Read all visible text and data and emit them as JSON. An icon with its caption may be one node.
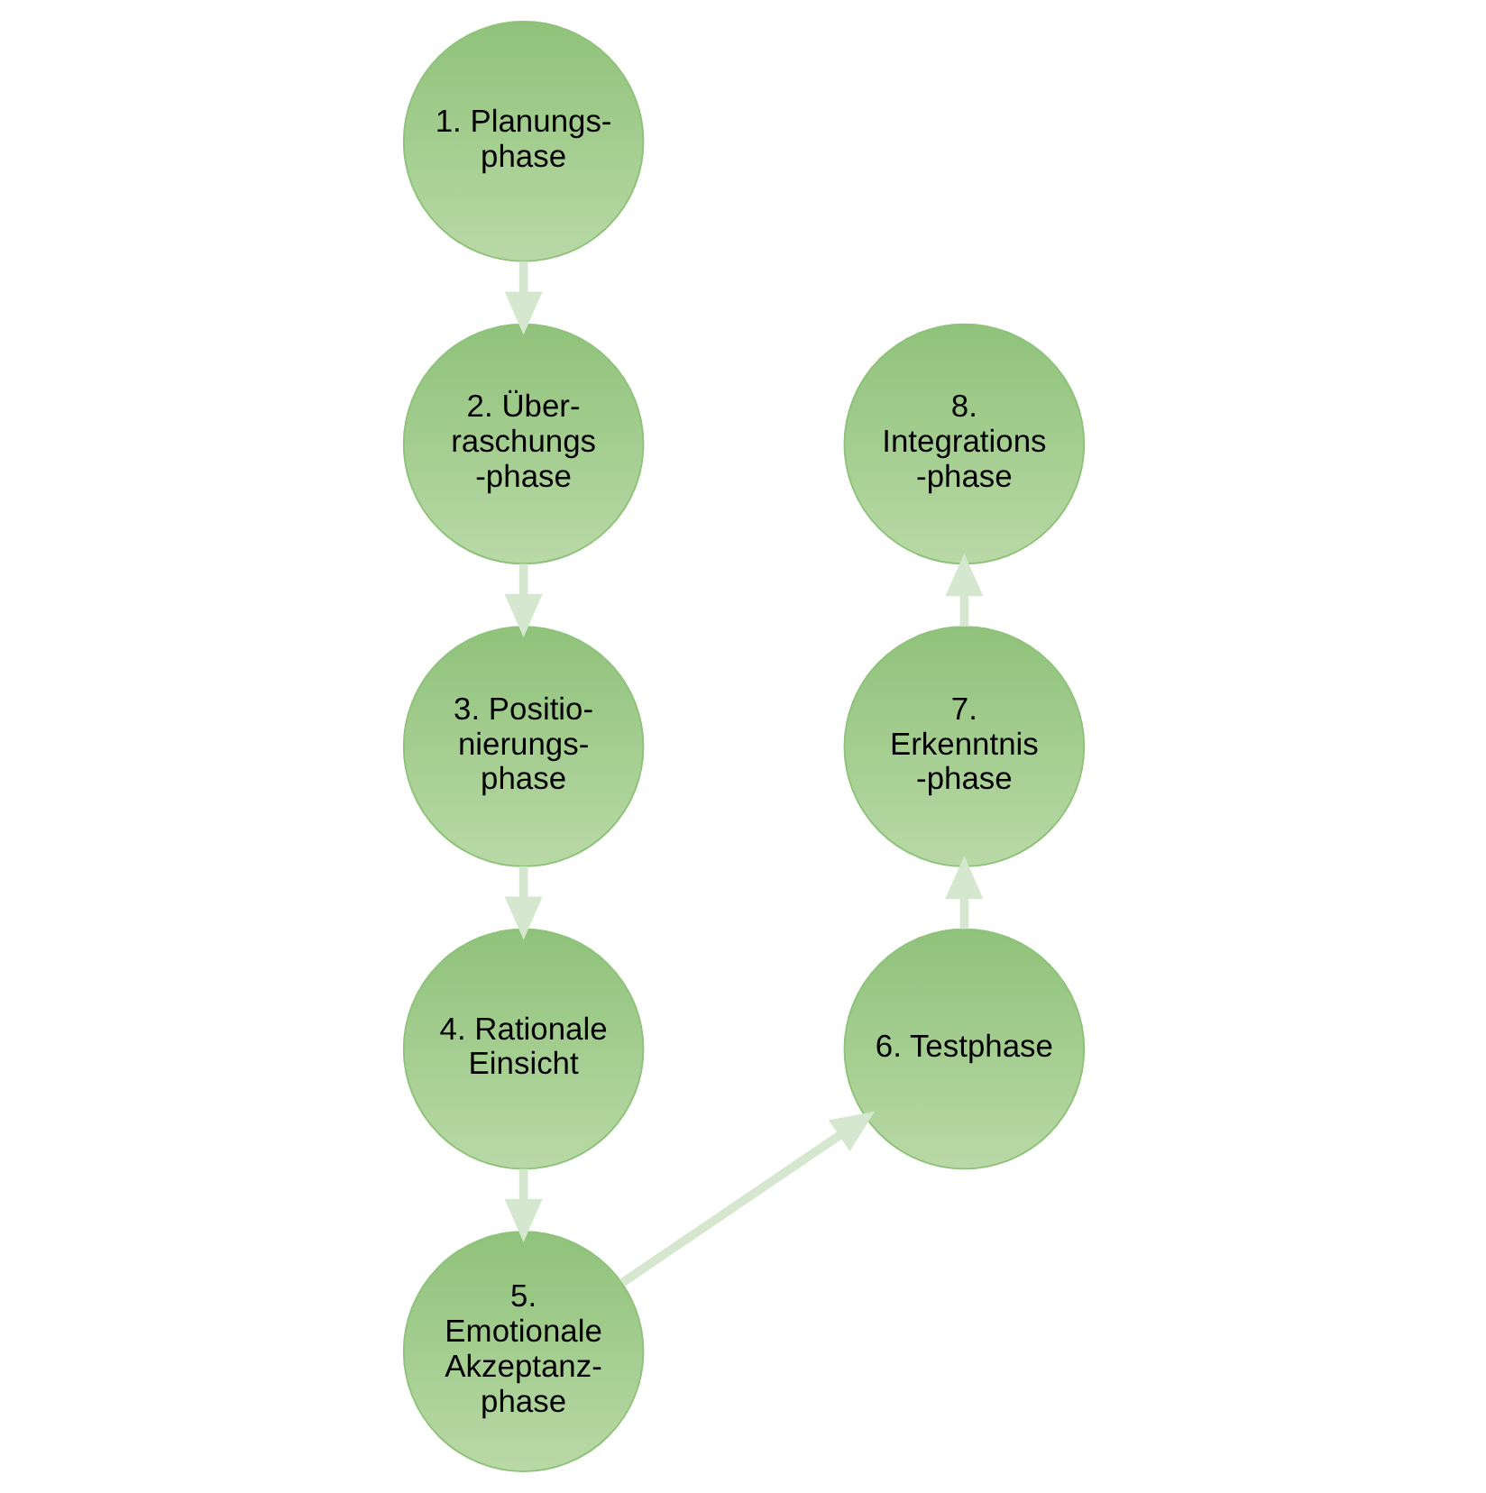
{
  "diagram": {
    "nodes": [
      {
        "text": [
          "1. Planungs- phase"
        ]
      },
      {
        "text": [
          "2. Über- raschungs -phase"
        ]
      },
      {
        "text": [
          "3. Positio- nierungs- phase"
        ]
      },
      {
        "text": [
          "4. Rationale Einsicht"
        ]
      },
      {
        "text": [
          "5. Emotionale Akzeptanz- phase"
        ]
      },
      {
        "text": [
          "6. Testphase"
        ]
      },
      {
        "text": [
          "7. Erkenntnis -phase"
        ]
      },
      {
        "text": [
          "8. Integrations -phase"
        ]
      }
    ],
    "edges": [
      {
        "from": 0,
        "to": 1,
        "arrow": "to"
      },
      {
        "from": 1,
        "to": 2,
        "arrow": "to"
      },
      {
        "from": 2,
        "to": 3,
        "arrow": "to"
      },
      {
        "from": 3,
        "to": 4,
        "arrow": "to"
      },
      {
        "from": 4,
        "to": 5,
        "arrow": "to"
      },
      {
        "from": 5,
        "to": 6,
        "arrow": "to"
      },
      {
        "from": 6,
        "to": 7,
        "arrow": "to"
      }
    ]
  }
}
